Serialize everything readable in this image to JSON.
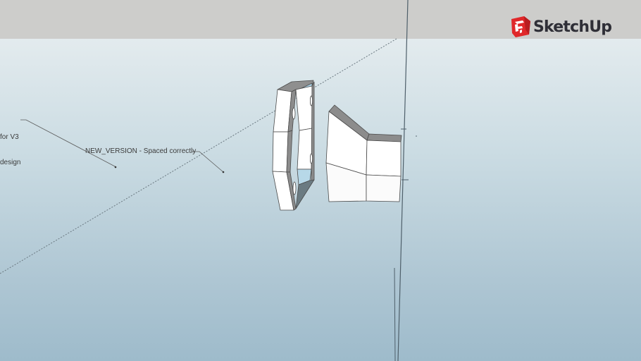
{
  "app": {
    "name": "SketchUp",
    "logo_icon": "sketchup-logo-icon",
    "brand_color": "#e0282a"
  },
  "viewport": {
    "sky_color": "#cdcdcb",
    "ground_top_color": "#e3ebee",
    "ground_bottom_color": "#9ebbcb"
  },
  "annotations": [
    {
      "id": "v3-note",
      "lines": [
        "for V3",
        "design"
      ]
    },
    {
      "id": "new-version-note",
      "text": "NEW_VERSION - Spaced correctly"
    }
  ],
  "models": [
    {
      "name": "hexagonal-frame",
      "face_color": "#ffffff",
      "edge_color": "#8e8e8e"
    },
    {
      "name": "bent-panel",
      "face_color": "#ffffff",
      "top_color": "#8c8c8c"
    }
  ]
}
